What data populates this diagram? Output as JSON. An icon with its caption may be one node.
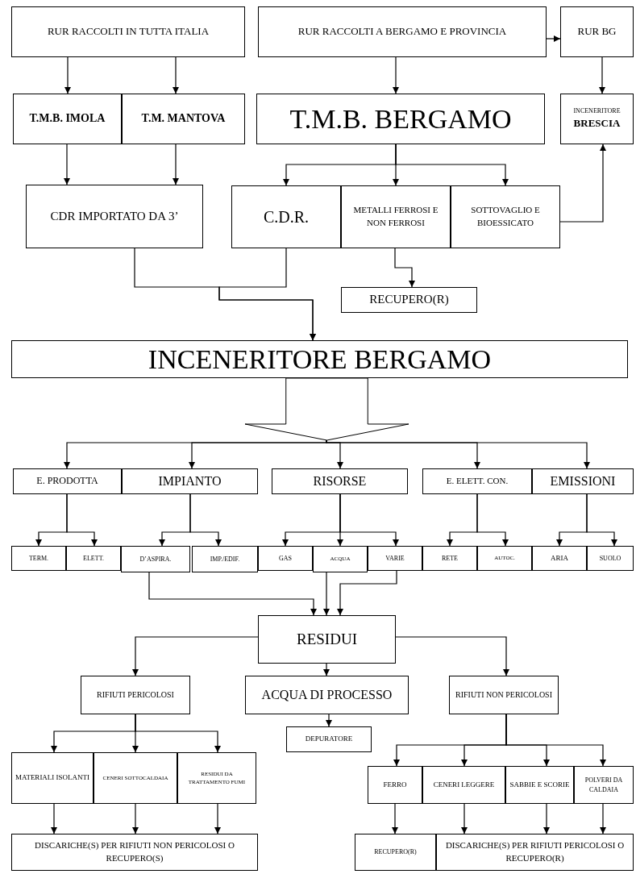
{
  "diagram": {
    "nodes": [
      {
        "text": [
          "RUR RACCOLTI IN TUTTA ITALIA"
        ]
      },
      {
        "text": [
          "RUR RACCOLTI A BERGAMO E PROVINCIA"
        ]
      },
      {
        "text": [
          "RUR BG"
        ]
      },
      {
        "text": [
          "T.M.B. IMOLA"
        ]
      },
      {
        "text": [
          "T.M. MANTOVA"
        ]
      },
      {
        "text": [
          "T.M.B. BERGAMO"
        ]
      },
      {
        "text": [
          "INCENERITORE",
          "BRESCIA"
        ]
      },
      {
        "text": [
          "CDR IMPORTATO DA 3’"
        ]
      },
      {
        "text": [
          "C.D.R."
        ]
      },
      {
        "text": [
          "METALLI FERROSI E NON FERROSI"
        ]
      },
      {
        "text": [
          "SOTTOVAGLIO E BIOESSICATO"
        ]
      },
      {
        "text": [
          "RECUPERO(R)"
        ]
      },
      {
        "text": [
          "INCENERITORE BERGAMO"
        ]
      },
      {
        "text": [
          "E. PRODOTTA"
        ]
      },
      {
        "text": [
          "IMPIANTO"
        ]
      },
      {
        "text": [
          "RISORSE"
        ]
      },
      {
        "text": [
          "E. ELETT. CON."
        ]
      },
      {
        "text": [
          "EMISSIONI"
        ]
      },
      {
        "text": [
          "TERM."
        ]
      },
      {
        "text": [
          "ELETT."
        ]
      },
      {
        "text": [
          "D’ASPIRA."
        ]
      },
      {
        "text": [
          "IMP./EDIF."
        ]
      },
      {
        "text": [
          "GAS"
        ]
      },
      {
        "text": [
          "ACQUA"
        ]
      },
      {
        "text": [
          "VARIE"
        ]
      },
      {
        "text": [
          "RETE"
        ]
      },
      {
        "text": [
          "AUTOC."
        ]
      },
      {
        "text": [
          "ARIA"
        ]
      },
      {
        "text": [
          "SUOLO"
        ]
      },
      {
        "text": [
          "RESIDUI"
        ]
      },
      {
        "text": [
          "RIFIUTI PERICOLOSI"
        ]
      },
      {
        "text": [
          "ACQUA DI PROCESSO"
        ]
      },
      {
        "text": [
          "RIFIUTI NON PERICOLOSI"
        ]
      },
      {
        "text": [
          "DEPURATORE"
        ]
      },
      {
        "text": [
          "MATERIALI ISOLANTI"
        ]
      },
      {
        "text": [
          "CENERI SOTTOCALDAIA"
        ]
      },
      {
        "text": [
          "RESIDUI DA TRATTAMENTO FUMI"
        ]
      },
      {
        "text": [
          "FERRO"
        ]
      },
      {
        "text": [
          "CENERI LEGGERE"
        ]
      },
      {
        "text": [
          "SABBIE E SCORIE"
        ]
      },
      {
        "text": [
          "POLVERI DA CALDAIA"
        ]
      },
      {
        "text": [
          "DISCARICHE(S) PER RIFIUTI NON PERICOLOSI O RECUPERO(S)"
        ]
      },
      {
        "text": [
          "RECUPERO(R)"
        ]
      },
      {
        "text": [
          "DISCARICHE(S) PER RIFIUTI PERICOLOSI O RECUPERO(R)"
        ]
      }
    ],
    "edges": [
      {
        "from": 0,
        "to": 3,
        "arrow": "to"
      },
      {
        "from": 0,
        "to": 4,
        "arrow": "to"
      },
      {
        "from": 1,
        "to": 2,
        "arrow": "to"
      },
      {
        "from": 1,
        "to": 5,
        "arrow": "to"
      },
      {
        "from": 2,
        "to": 6,
        "arrow": "to"
      },
      {
        "from": 3,
        "to": 7,
        "arrow": "to"
      },
      {
        "from": 4,
        "to": 7,
        "arrow": "to"
      },
      {
        "from": 5,
        "to": 8,
        "arrow": "to"
      },
      {
        "from": 5,
        "to": 9,
        "arrow": "to"
      },
      {
        "from": 5,
        "to": 10,
        "arrow": "to"
      },
      {
        "from": 10,
        "to": 6,
        "arrow": "to"
      },
      {
        "from": 9,
        "to": 11,
        "arrow": "to"
      },
      {
        "from": 7,
        "to": 12,
        "arrow": "to"
      },
      {
        "from": 8,
        "to": 12,
        "arrow": "to"
      },
      {
        "from": 12,
        "to": 13,
        "arrow": "to"
      },
      {
        "from": 12,
        "to": 14,
        "arrow": "to"
      },
      {
        "from": 12,
        "to": 15,
        "arrow": "to"
      },
      {
        "from": 12,
        "to": 16,
        "arrow": "to"
      },
      {
        "from": 12,
        "to": 17,
        "arrow": "to"
      },
      {
        "from": 13,
        "to": 18,
        "arrow": "to"
      },
      {
        "from": 13,
        "to": 19,
        "arrow": "to"
      },
      {
        "from": 14,
        "to": 20,
        "arrow": "to"
      },
      {
        "from": 14,
        "to": 21,
        "arrow": "to"
      },
      {
        "from": 15,
        "to": 22,
        "arrow": "to"
      },
      {
        "from": 15,
        "to": 23,
        "arrow": "to"
      },
      {
        "from": 15,
        "to": 24,
        "arrow": "to"
      },
      {
        "from": 16,
        "to": 25,
        "arrow": "to"
      },
      {
        "from": 16,
        "to": 26,
        "arrow": "to"
      },
      {
        "from": 17,
        "to": 27,
        "arrow": "to"
      },
      {
        "from": 17,
        "to": 28,
        "arrow": "to"
      },
      {
        "from": 20,
        "to": 29,
        "arrow": "to"
      },
      {
        "from": 23,
        "to": 29,
        "arrow": "to"
      },
      {
        "from": 24,
        "to": 29,
        "arrow": "to"
      },
      {
        "from": 29,
        "to": 30,
        "arrow": "to"
      },
      {
        "from": 29,
        "to": 31,
        "arrow": "to"
      },
      {
        "from": 29,
        "to": 32,
        "arrow": "to"
      },
      {
        "from": 31,
        "to": 33,
        "arrow": "to"
      },
      {
        "from": 30,
        "to": 34,
        "arrow": "to"
      },
      {
        "from": 30,
        "to": 35,
        "arrow": "to"
      },
      {
        "from": 30,
        "to": 36,
        "arrow": "to"
      },
      {
        "from": 32,
        "to": 37,
        "arrow": "to"
      },
      {
        "from": 32,
        "to": 38,
        "arrow": "to"
      },
      {
        "from": 32,
        "to": 39,
        "arrow": "to"
      },
      {
        "from": 32,
        "to": 40,
        "arrow": "to"
      },
      {
        "from": 34,
        "to": 41,
        "arrow": "to"
      },
      {
        "from": 35,
        "to": 41,
        "arrow": "to"
      },
      {
        "from": 36,
        "to": 41,
        "arrow": "to"
      },
      {
        "from": 37,
        "to": 42,
        "arrow": "to"
      },
      {
        "from": 38,
        "to": 43,
        "arrow": "to"
      },
      {
        "from": 39,
        "to": 43,
        "arrow": "to"
      },
      {
        "from": 40,
        "to": 43,
        "arrow": "to"
      }
    ]
  }
}
